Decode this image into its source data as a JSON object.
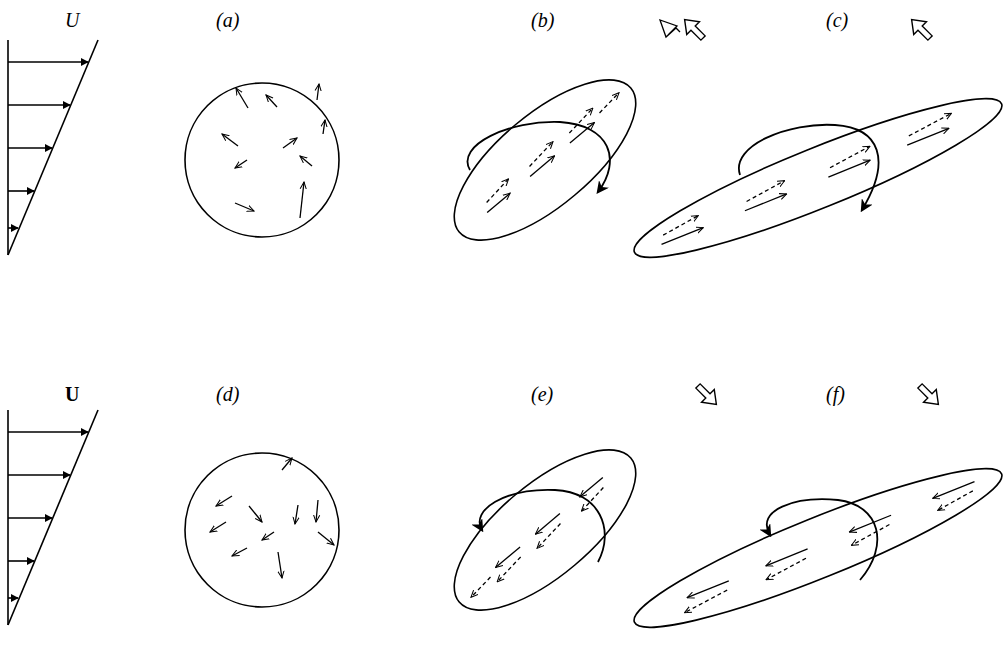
{
  "diagram": {
    "labels": [
      "U",
      "(a)",
      "(b)",
      "(c)",
      "U",
      "(d)",
      "(e)",
      "(f)"
    ]
  }
}
